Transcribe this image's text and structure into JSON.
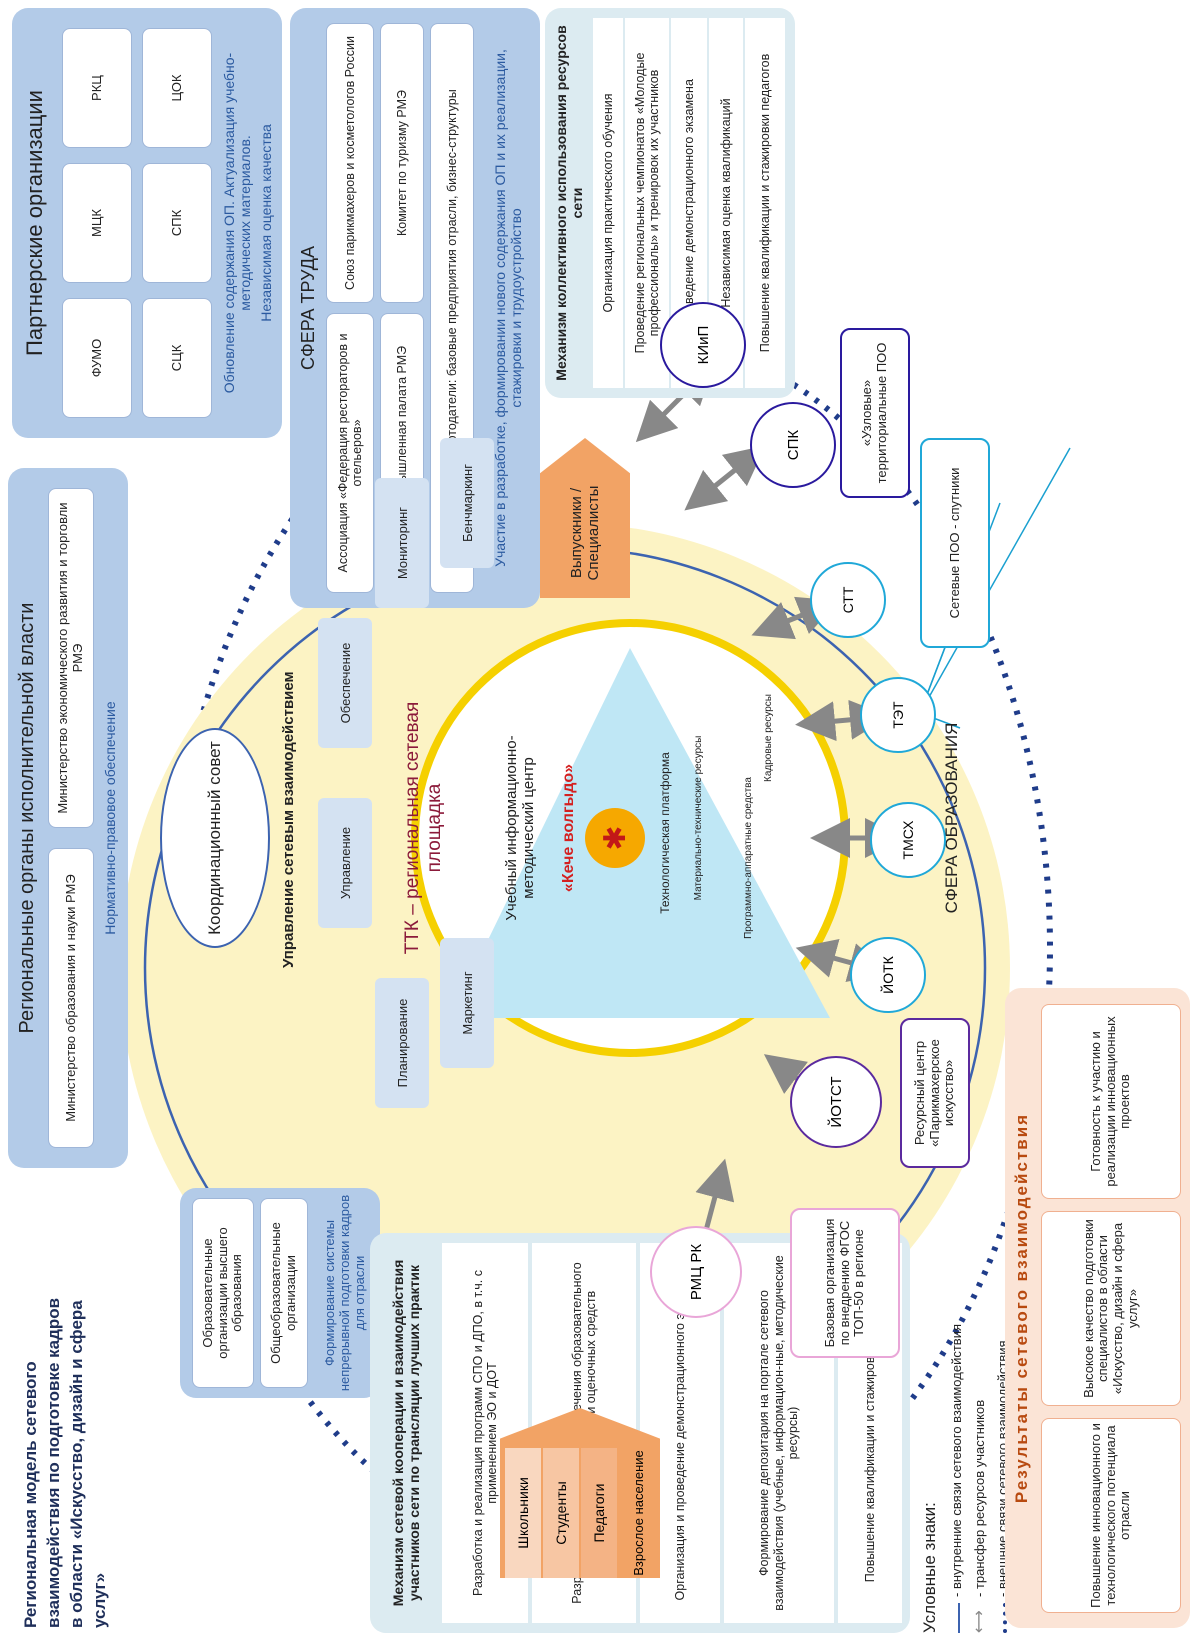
{
  "title": "Региональная модель сетевого взаимодействия по подготовке кадров в области «Искусство, дизайн и сфера услуг»",
  "partners": {
    "heading": "Партнерские организации",
    "orgs": [
      "ФУМО",
      "МЦК",
      "РКЦ",
      "СЦК",
      "СПК",
      "ЦОК"
    ],
    "text": "Обновление содержания ОП. Актуализация учебно-методических материалов.",
    "text2": "Независимая оценка качества"
  },
  "labor": {
    "heading": "СФЕРА ТРУДА",
    "items": [
      "Ассоциация «Федерация рестораторов и отельеров»",
      "Союз парикмахеров и косметологов России",
      "Торгово-промышленная палата РМЭ",
      "Комитет по туризму РМЭ",
      "Ключевые работодатели: базовые предприятия отрасли, бизнес-структуры"
    ],
    "footer": "Участие в разработке, формировании нового содержания ОП и их реализации, стажировки и трудоустройство"
  },
  "mechanism_right": {
    "heading": "Механизм коллективного использования ресурсов сети",
    "items": [
      "Организация практического обучения",
      "Проведение региональных чемпионатов «Молодые профессионалы» и тренировок их участников",
      "Проведение демонстрационного экзамена",
      "Независимая оценка квалификаций",
      "Повышение квалификации и стажировки педагогов"
    ]
  },
  "authorities": {
    "heading": "Региональные органы исполнительной власти",
    "items": [
      "Министерство образования и науки РМЭ",
      "Министерство экономического развития и торговли РМЭ"
    ],
    "footer": "Нормативно-правовое обеспечение"
  },
  "left_orgs": {
    "items": [
      "Образовательные организации высшего образования",
      "Общеобразовательные организации"
    ],
    "footer": "Формирование системы непрерывной подготовки кадров для отрасли"
  },
  "mechanism_left": {
    "heading": "Механизм сетевой кооперации и взаимодействия участников сети по трансляции лучших практик",
    "items": [
      "Разработка и реализация программ СПО и ДПО, в т.ч. с применением ЭО и ДОТ",
      "Разработка методического обеспечения образовательного процесса, диагностических и оценочных средств",
      "Организация и проведение демонстрационного экзамена",
      "Формирование депозитария на портале сетевого взаимодействия (учебные, информацион-ные, методические ресурсы)",
      "Повышение квалификации и стажировки педагогов"
    ]
  },
  "legend": {
    "heading": "Условные знаки:",
    "items": [
      "- внутренние связи сетевого взаимодействия",
      "- трансфер ресурсов участников",
      "- внешние связи сетевого взаимодействия"
    ]
  },
  "results": {
    "heading": "Результаты сетевого взаимодействия",
    "items": [
      "Повышение инновационного и технологического потенциала отрасли",
      "Высокое качество подготовки специалистов в области «Искусство, дизайн и сфера услуг»",
      "Готовность к участию и реализации инновационных проектов"
    ]
  },
  "center": {
    "council": "Координационный совет",
    "management_title": "Управление сетевым взаимодействием",
    "management_items": [
      "Планирование",
      "Управление",
      "Обеспечение",
      "Мониторинг",
      "Маркетинг",
      "Бенчмаркинг"
    ],
    "ring_title": "ТТК – региональная сетевая площадка",
    "hub": "Учебный информационно-методический центр",
    "hub_name": "«Кече волгыдо»",
    "platform": "Технологическая платформа",
    "resources": [
      "Материально-технические ресурсы",
      "Программно-аппаратные средства",
      "Кадровые ресурсы"
    ],
    "education": "СФЕРА ОБРАЗОВАНИЯ",
    "nodes": [
      "РМЦ РК",
      "ЙОТСТ",
      "ЙОТК",
      "ТМСХ",
      "ТЭТ",
      "СТТ",
      "СПК",
      "КИиП"
    ],
    "inflow": [
      "Школьники",
      "Студенты",
      "Педагоги",
      "Взрослое население"
    ],
    "outflow": "Выпускники / Специалисты",
    "callouts": [
      "Базовая организация по внедрению ФГОС ТОП-50 в регионе",
      "Ресурсный центр «Парикмахерское искусство»",
      "Сетевые ПОО - спутники",
      "«Узловые» территориальные ПОО"
    ]
  },
  "colors": {
    "panel_blue": "#b3cbe8",
    "panel_light": "#dcebf1",
    "yellow": "#fcf3c4",
    "ring": "#f5d000",
    "orange": "#f2a365",
    "results_bg": "#fbe4d6",
    "node_purple": "#2a1a9e",
    "node_cyan": "#20a8d8",
    "node_pink": "#e9a6d8"
  }
}
